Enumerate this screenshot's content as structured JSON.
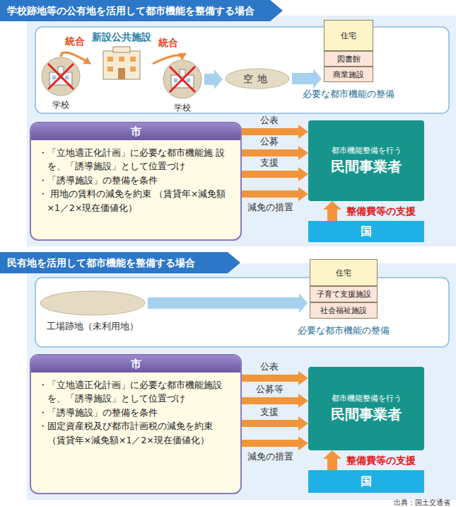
{
  "diagram": {
    "nodes": [
      {
        "text": [
          "学校跡地等の公有地を活用して都市機能を整備する場合"
        ]
      },
      {
        "text": [
          "学校"
        ]
      },
      {
        "text": [
          "新設公共施設"
        ]
      },
      {
        "text": [
          "学校"
        ]
      },
      {
        "text": [
          "空地"
        ]
      },
      {
        "text": [
          "必要な都市機能の整備"
        ]
      },
      {
        "text": [
          "住宅"
        ],
        "in": 5
      },
      {
        "text": [
          "図書館"
        ],
        "in": 5
      },
      {
        "text": [
          "商業施設"
        ],
        "in": 5
      },
      {
        "text": [
          "市",
          "・「立地適正化計画」に必要な都市機能施 設を、「誘導施設」として位置づけ",
          "・「誘導施設」の整備を条件",
          "・ 用地の賃料の減免を約束 （賃貸年×減免額×1／2×現在価値化）"
        ]
      },
      {
        "text": [
          "都市機能整備を行う",
          "民間事業者"
        ]
      },
      {
        "text": [
          "国"
        ]
      },
      {
        "text": [
          "民有地を活用して都市機能を整備する場合"
        ]
      },
      {
        "text": [
          "工場跡地（未利用地）"
        ]
      },
      {
        "text": [
          "必要な都市機能の整備"
        ]
      },
      {
        "text": [
          "住宅"
        ],
        "in": 14
      },
      {
        "text": [
          "子育て支援施設"
        ],
        "in": 14
      },
      {
        "text": [
          "社会福祉施設"
        ],
        "in": 14
      },
      {
        "text": [
          "市",
          "・「立地適正化計画」に必要な都市機能施設 を、「誘導施設」として位置づけ",
          "・「誘導施設」の整備を条件",
          "・固定資産税及び都市計画税の減免を約束 （賃貸年×減免額×1／2×現在価値化）"
        ]
      },
      {
        "text": [
          "都市機能整備を行う",
          "民間事業者"
        ]
      },
      {
        "text": [
          "国"
        ]
      }
    ],
    "edges": [
      {
        "from": 1,
        "to": 2,
        "label": "統合",
        "arrow": "to"
      },
      {
        "from": 2,
        "to": 3,
        "label": "統合",
        "arrow": "to"
      },
      {
        "from": 3,
        "to": 4,
        "arrow": "to"
      },
      {
        "from": 4,
        "to": 5,
        "arrow": "to"
      },
      {
        "from": 9,
        "to": 10,
        "label": "公表",
        "arrow": "to"
      },
      {
        "from": 9,
        "to": 10,
        "label": "公募",
        "arrow": "to"
      },
      {
        "from": 9,
        "to": 10,
        "label": "支援",
        "arrow": "to"
      },
      {
        "from": 9,
        "to": 10,
        "label": "減免の措置",
        "arrow": "to"
      },
      {
        "from": 11,
        "to": 10,
        "label": "整備費等の支援",
        "arrow": "to"
      },
      {
        "from": 13,
        "to": 14,
        "arrow": "to"
      },
      {
        "from": 18,
        "to": 19,
        "label": "公表",
        "arrow": "to"
      },
      {
        "from": 18,
        "to": 19,
        "label": "公募等",
        "arrow": "to"
      },
      {
        "from": 18,
        "to": 19,
        "label": "支援",
        "arrow": "to"
      },
      {
        "from": 18,
        "to": 19,
        "label": "減免の措置",
        "arrow": "to"
      },
      {
        "from": 20,
        "to": 19,
        "label": "整備費等の支援",
        "arrow": "to"
      }
    ],
    "labels": [
      "出典：国土交通省"
    ]
  }
}
